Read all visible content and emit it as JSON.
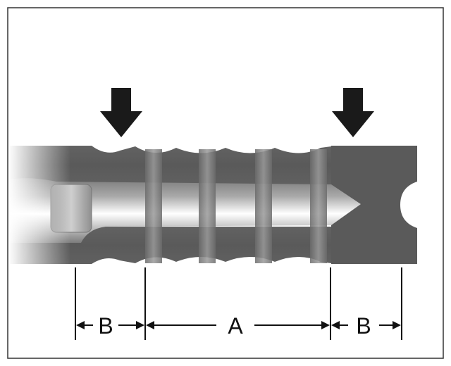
{
  "labels": {
    "left_span": "B",
    "middle_span": "A",
    "right_span": "B"
  },
  "colors": {
    "frame": "#333333",
    "body_dark": "#5b5b5b",
    "body_mid": "#6e6e6e",
    "bore_light": "#ffffff",
    "arrow": "#1a1a1a",
    "dimension": "#111111"
  },
  "icons": {
    "pressure_arrow": "arrow-down-icon"
  }
}
